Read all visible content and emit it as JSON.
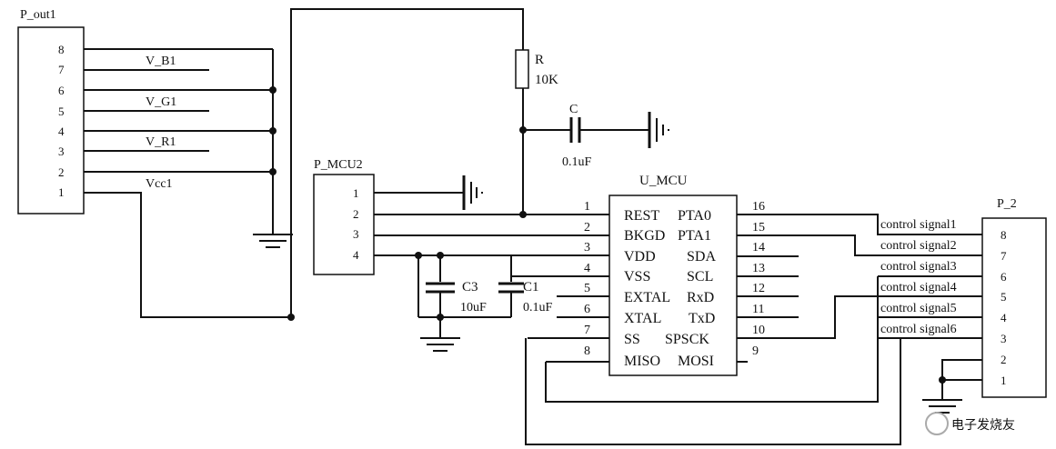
{
  "components": {
    "p_out1": {
      "name": "P_out1",
      "pins": [
        "8",
        "7",
        "6",
        "5",
        "4",
        "3",
        "2",
        "1"
      ],
      "nets": [
        "V_B1",
        "V_G1",
        "V_R1",
        "Vcc1"
      ]
    },
    "p_mcu2": {
      "name": "P_MCU2",
      "pins": [
        "1",
        "2",
        "3",
        "4"
      ]
    },
    "resistor": {
      "name": "R",
      "value": "10K"
    },
    "cap_c": {
      "name": "C",
      "value": "0.1uF"
    },
    "cap_c3": {
      "name": "C3",
      "value": "10uF"
    },
    "cap_c1": {
      "name": "C1",
      "value": "0.1uF"
    },
    "u_mcu": {
      "name": "U_MCU",
      "left_pins": [
        {
          "num": "1",
          "label": "REST"
        },
        {
          "num": "2",
          "label": "BKGD"
        },
        {
          "num": "3",
          "label": "VDD"
        },
        {
          "num": "4",
          "label": "VSS"
        },
        {
          "num": "5",
          "label": "EXTAL"
        },
        {
          "num": "6",
          "label": "XTAL"
        },
        {
          "num": "7",
          "label": "SS"
        },
        {
          "num": "8",
          "label": "MISO"
        }
      ],
      "right_pins": [
        {
          "num": "16",
          "label": "PTA0"
        },
        {
          "num": "15",
          "label": "PTA1"
        },
        {
          "num": "14",
          "label": "SDA"
        },
        {
          "num": "13",
          "label": "SCL"
        },
        {
          "num": "12",
          "label": "RxD"
        },
        {
          "num": "11",
          "label": "TxD"
        },
        {
          "num": "10",
          "label": "SPSCK"
        },
        {
          "num": "9",
          "label": "MOSI"
        }
      ]
    },
    "p_2": {
      "name": "P_2",
      "pins": [
        "8",
        "7",
        "6",
        "5",
        "4",
        "3",
        "2",
        "1"
      ],
      "signals": [
        "control signal1",
        "control signal2",
        "control signal3",
        "control signal4",
        "control signal5",
        "control signal6"
      ]
    }
  },
  "watermark": "电子发烧友"
}
